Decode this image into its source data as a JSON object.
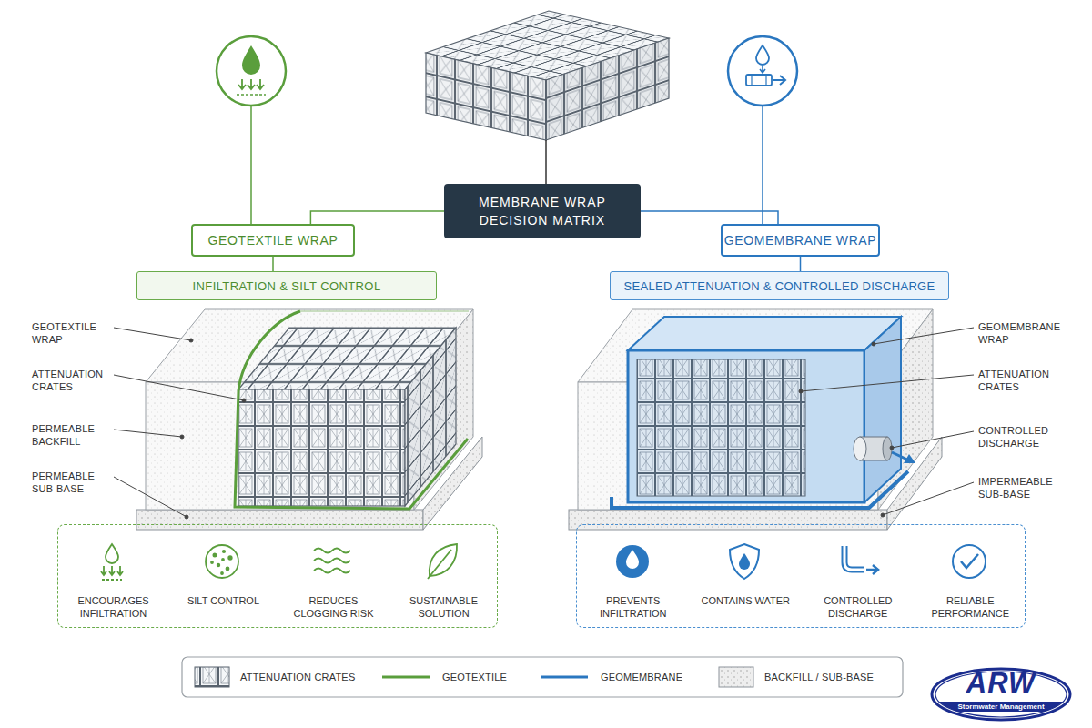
{
  "diagram": {
    "nodes": [
      {
        "text": [
          "MEMBRANE WRAP DECISION MATRIX"
        ]
      },
      {
        "text": [
          "GEOTEXTILE WRAP"
        ]
      },
      {
        "text": [
          "GEOMEMBRANE WRAP"
        ]
      },
      {
        "text": [
          "INFILTRATION & SILT CONTROL"
        ]
      },
      {
        "text": [
          "SEALED ATTENUATION & CONTROLLED DISCHARGE"
        ]
      },
      {
        "text": [
          "ENCOURAGES INFILTRATION",
          "SILT CONTROL",
          "REDUCES CLOGGING RISK",
          "SUSTAINABLE SOLUTION"
        ]
      },
      {
        "text": [
          "PREVENTS INFILTRATION",
          "CONTAINS WATER",
          "CONTROLLED DISCHARGE",
          "RELIABLE PERFORMANCE"
        ]
      },
      {
        "text": [
          "ARW",
          "Stormwater Management"
        ]
      }
    ],
    "edges": [
      {
        "from": 0,
        "to": 1,
        "arrow": "none"
      },
      {
        "from": 0,
        "to": 2,
        "arrow": "none"
      },
      {
        "from": 1,
        "to": 3,
        "arrow": "none"
      },
      {
        "from": 2,
        "to": 4,
        "arrow": "none"
      }
    ],
    "labels": [
      "GEOTEXTILE WRAP",
      "ATTENUATION CRATES",
      "PERMEABLE BACKFILL",
      "PERMEABLE SUB-BASE",
      "GEOMEMBRANE WRAP",
      "ATTENUATION CRATES",
      "CONTROLLED DISCHARGE",
      "IMPERMEABLE SUB-BASE"
    ],
    "legend": [
      {
        "text": "ATTENUATION CRATES"
      },
      {
        "text": "GEOTEXTILE"
      },
      {
        "text": "GEOMEMBRANE"
      },
      {
        "text": "BACKFILL / SUB-BASE"
      }
    ]
  }
}
